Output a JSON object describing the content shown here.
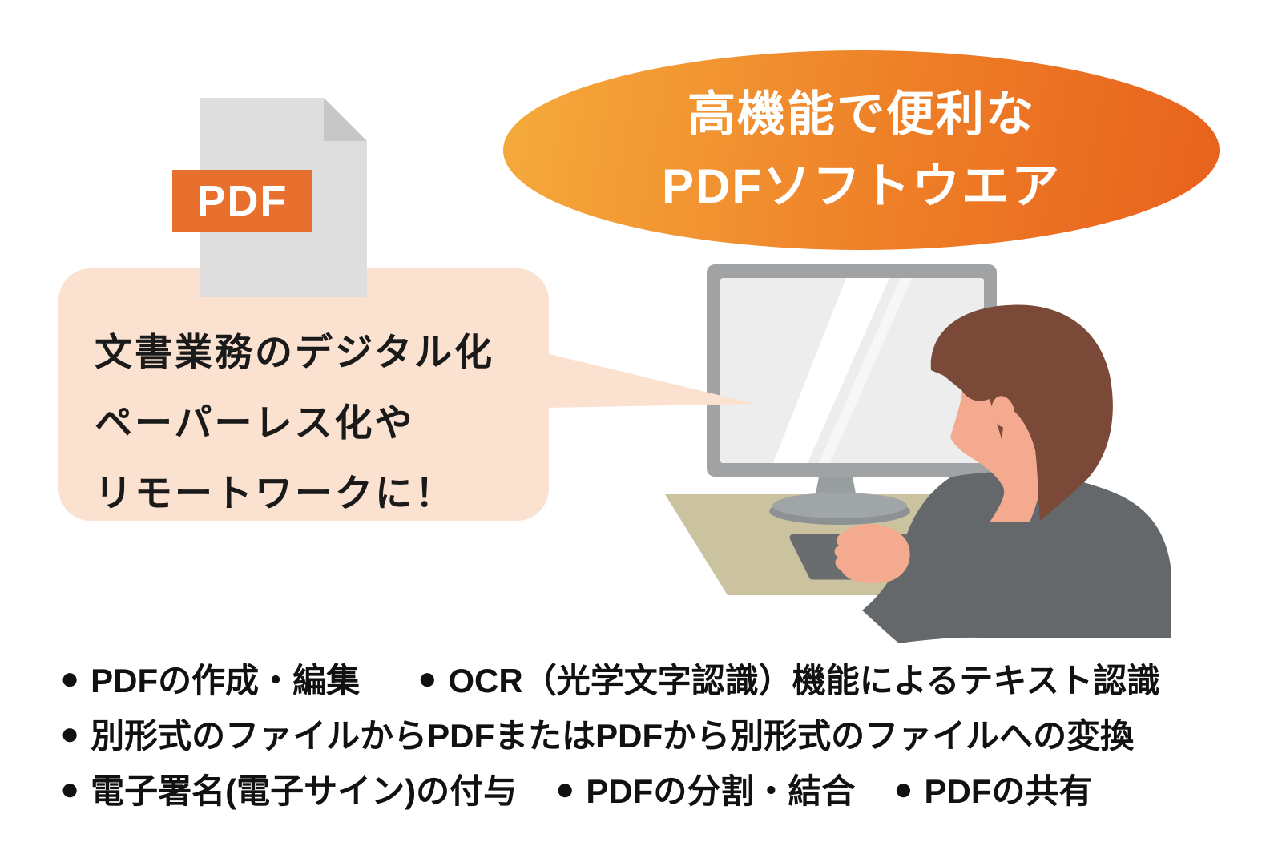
{
  "banner": {
    "line1": "高機能で便利な",
    "line2": "PDFソフトウエア"
  },
  "pdf_icon": {
    "label": "PDF"
  },
  "speech_bubble": {
    "lines": [
      "文書業務のデジタル化",
      "ペーパーレス化や",
      "リモートワークに！"
    ]
  },
  "features": {
    "rows": [
      {
        "items": [
          {
            "bullet": "●",
            "label": "PDFの作成・編集"
          },
          {
            "bullet": "●",
            "label": "OCR（光学文字認識）機能によるテキスト認識"
          }
        ]
      },
      {
        "items": [
          {
            "bullet": "●",
            "label": "別形式のファイルからPDFまたはPDFから別形式のファイルへの変換"
          }
        ]
      },
      {
        "items": [
          {
            "bullet": "●",
            "label": "電子署名(電子サイン)の付与"
          },
          {
            "bullet": "●",
            "label": "PDFの分割・結合"
          },
          {
            "bullet": "●",
            "label": "PDFの共有"
          }
        ]
      }
    ]
  },
  "colors": {
    "banner_gradient_start": "#F5AB3C",
    "banner_gradient_end": "#E8611D",
    "pdf_label_orange": "#E7702E",
    "bubble_pink": "#FAE1D0",
    "document_gray": "#DEDEDF",
    "document_fold_gray": "#C7C7C8",
    "monitor_frame_gray": "#A1A2A4",
    "screen_gray": "#EDEDEE",
    "desk_tan": "#CBC2A0",
    "keyboard_gray": "#6B6C6E",
    "shirt_gray": "#65686B",
    "hair_brown": "#7A4938",
    "skin_tone": "#F3AA8E",
    "text_black": "#1a1a1a"
  }
}
